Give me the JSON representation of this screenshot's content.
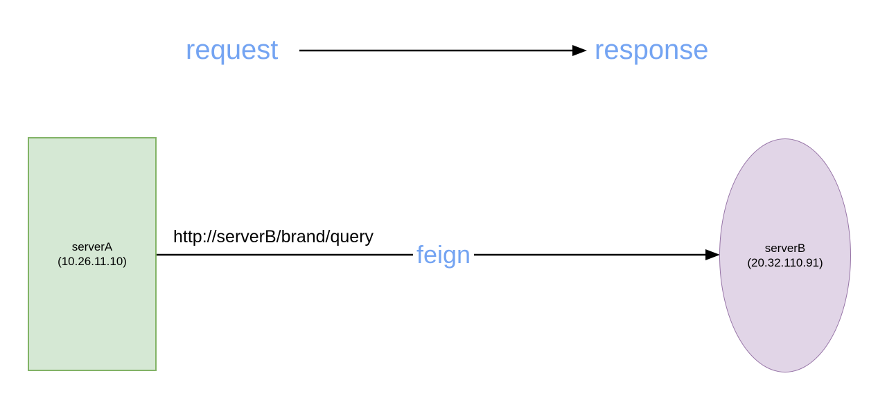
{
  "flow_legend": {
    "request": "request",
    "response": "response"
  },
  "nodes": {
    "server_a": {
      "name": "serverA",
      "ip": "(10.26.11.10)"
    },
    "server_b": {
      "name": "serverB",
      "ip": "(20.32.110.91)"
    }
  },
  "edge": {
    "url": "http://serverB/brand/query",
    "label": "feign"
  },
  "colors": {
    "accent_blue": "#74a4f2",
    "arrow_black": "#000000",
    "server_a_fill": "#d5e8d4",
    "server_a_border": "#82b366",
    "server_b_fill": "#e1d5e7",
    "server_b_border": "#9673a6",
    "background": "#ffffff"
  }
}
